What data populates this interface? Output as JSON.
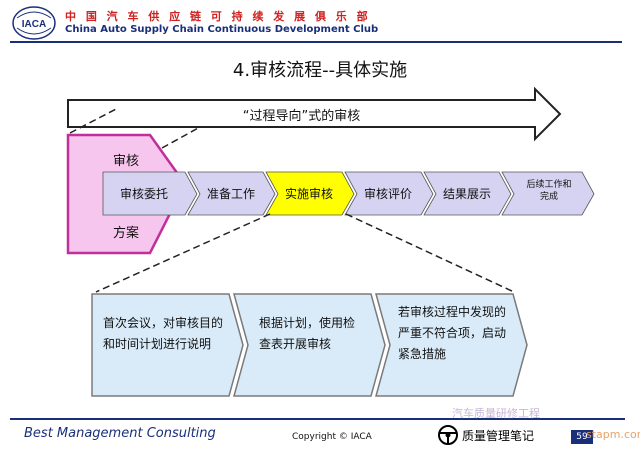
{
  "header": {
    "logo_text": "IACA",
    "title_cn": "中 国 汽 车 供 应 链 可 持 续 发 展 俱 乐 部",
    "title_en": "China Auto Supply Chain Continuous Development Club"
  },
  "slide_title": "4.审核流程--具体实施",
  "banner_text": "“过程导向”式的审核",
  "left_block": {
    "top": "审核",
    "bottom": "方案"
  },
  "steps": [
    "审核委托",
    "准备工作",
    "实施审核",
    "审核评价",
    "结果展示",
    "后续工作和\n完成"
  ],
  "detail_boxes": [
    "首次会议，对审核目的和时间计划进行说明",
    "根据计划，使用检查表开展审核",
    "若审核过程中发现的严重不符合项，启动紧急措施"
  ],
  "footer": {
    "left": "Best Management Consulting",
    "center": "Copyright © IACA",
    "brand": "质量管理笔记",
    "page_number": "59"
  },
  "watermarks": [
    "汽车质量研修工程",
    "stapm.com"
  ],
  "colors": {
    "header_red": "#d02020",
    "navy": "#1a2f7a",
    "step_fill": "#d6d3f2",
    "highlight": "#ffff00",
    "left_block_fill": "#f7c6ee",
    "left_block_border": "#c0309a",
    "detail_fill": "#d9ebf8"
  },
  "icons": [
    "steering-wheel-icon"
  ]
}
